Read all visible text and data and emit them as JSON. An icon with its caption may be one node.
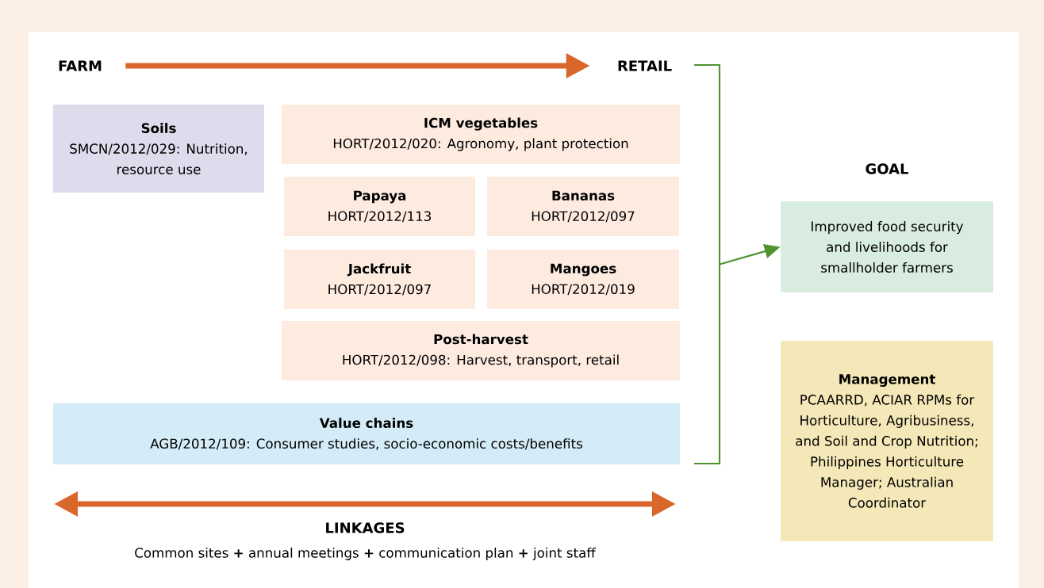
{
  "diagram": {
    "nodes": [
      {
        "text": [
          "FARM"
        ]
      },
      {
        "text": [
          "RETAIL"
        ]
      },
      {
        "text": [
          "Soils",
          "SMCN/2012/029: Nutrition, resource use"
        ]
      },
      {
        "text": [
          "ICM vegetables",
          "HORT/2012/020: Agronomy, plant protection"
        ]
      },
      {
        "text": [
          "Papaya",
          "HORT/2012/113"
        ]
      },
      {
        "text": [
          "Bananas",
          "HORT/2012/097"
        ]
      },
      {
        "text": [
          "Jackfruit",
          "HORT/2012/097"
        ]
      },
      {
        "text": [
          "Mangoes",
          "HORT/2012/019"
        ]
      },
      {
        "text": [
          "Post-harvest",
          "HORT/2012/098: Harvest, transport, retail"
        ]
      },
      {
        "text": [
          "Value chains",
          "AGB/2012/109: Consumer studies, socio-economic costs/benefits"
        ]
      },
      {
        "text": [
          "GOAL",
          "Improved food security and livelihoods for smallholder farmers"
        ]
      },
      {
        "text": [
          "Management",
          "PCAARRD, ACIAR RPMs for Horticulture, Agribusiness, and Soil and Crop Nutrition; Philippines Horticulture Manager; Australian Coordinator"
        ]
      },
      {
        "text": [],
        "shape": "bracket"
      }
    ],
    "edges": [
      {
        "from": 0,
        "to": 1,
        "arrow": "to",
        "color": "#d9662a",
        "style": "thick"
      },
      {
        "from": 12,
        "to": 10,
        "arrow": "to",
        "color": "#4f9431"
      }
    ],
    "labels": [
      "LINKAGES",
      "Common sites **+** annual meetings **+** communication plan **+** joint staff"
    ]
  }
}
